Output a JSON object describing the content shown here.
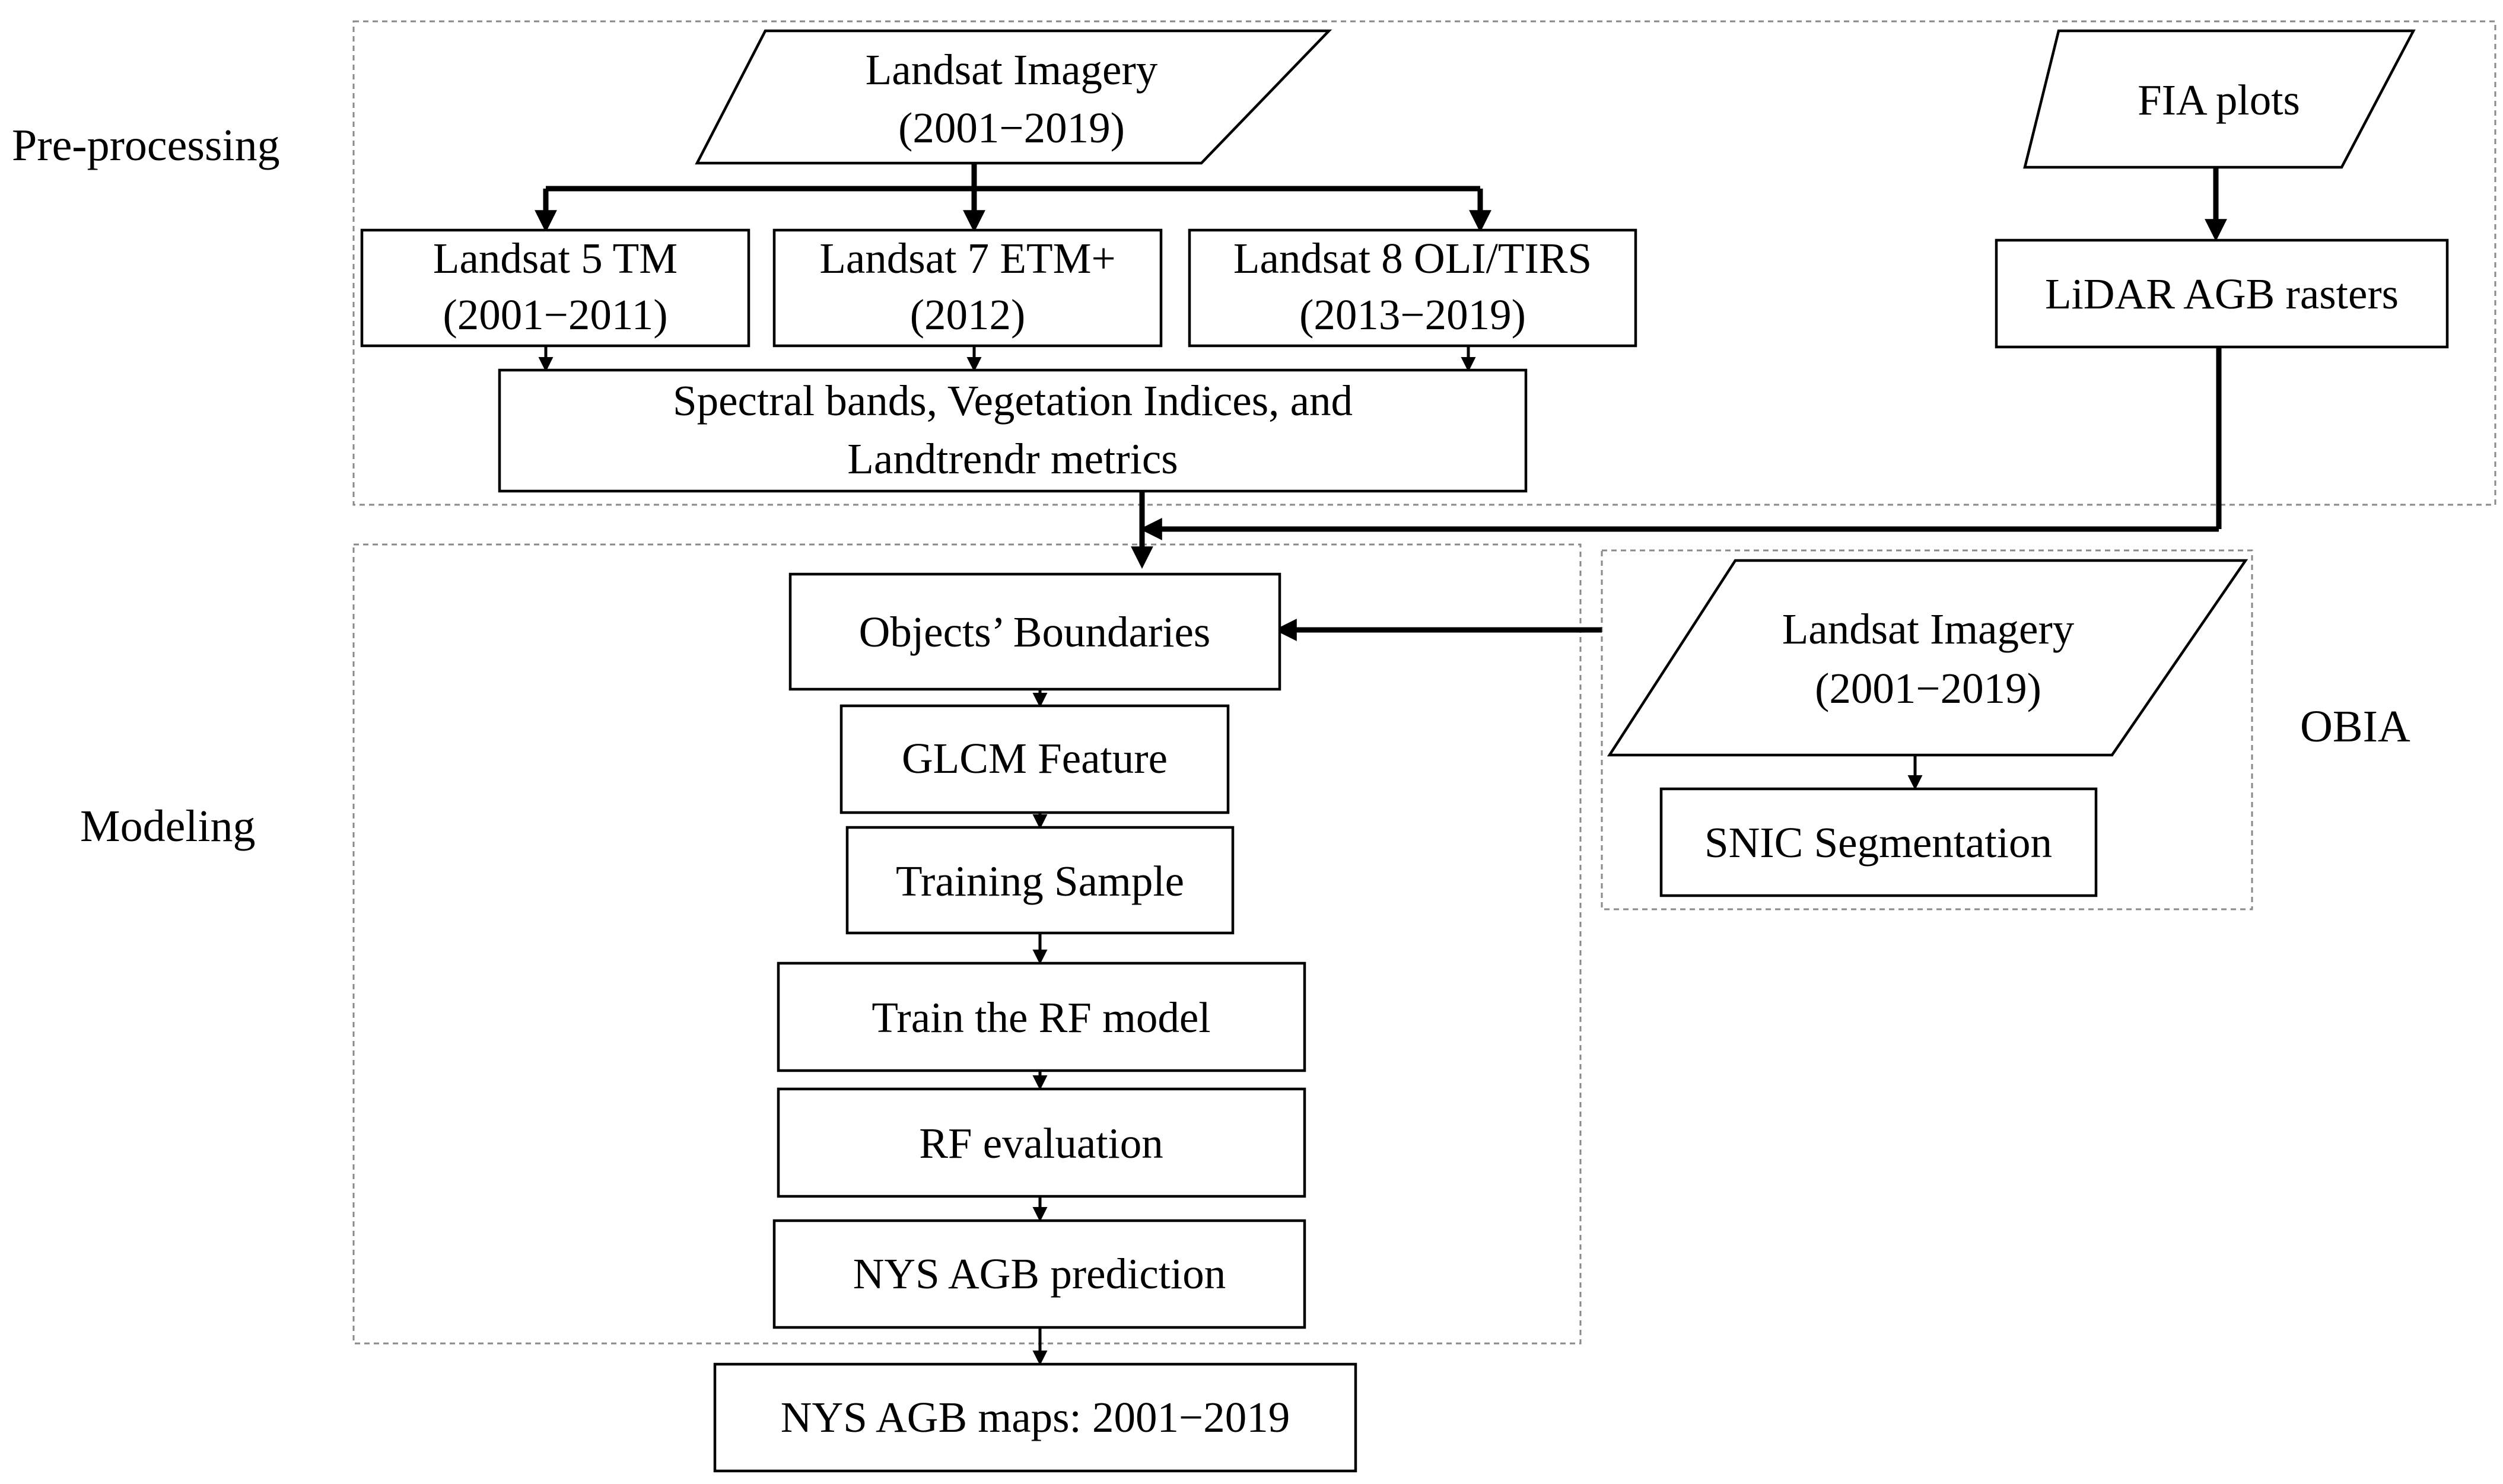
{
  "sections": {
    "preprocessing": "Pre-processing",
    "modeling": "Modeling",
    "obia": "OBIA"
  },
  "nodes": {
    "landsat_imagery_top": [
      "Landsat Imagery",
      "(2001−2019)"
    ],
    "fia_plots": [
      "FIA plots"
    ],
    "landsat5": [
      "Landsat 5 TM",
      "(2001−2011)"
    ],
    "landsat7": [
      "Landsat 7 ETM+",
      "(2012)"
    ],
    "landsat8": [
      "Landsat 8 OLI/TIRS",
      "(2013−2019)"
    ],
    "lidar_agb": [
      "LiDAR AGB rasters"
    ],
    "spectral": [
      "Spectral bands, Vegetation Indices, and",
      "Landtrendr metrics"
    ],
    "objects_boundaries": [
      "Objects’ Boundaries"
    ],
    "landsat_imagery_obia": [
      "Landsat Imagery",
      "(2001−2019)"
    ],
    "glcm": [
      "GLCM Feature"
    ],
    "training_sample": [
      "Training  Sample"
    ],
    "snic": [
      "SNIC Segmentation"
    ],
    "train_rf": [
      "Train the RF model"
    ],
    "rf_eval": [
      "RF evaluation"
    ],
    "nys_prediction": [
      "NYS AGB prediction"
    ],
    "nys_maps": [
      "NYS AGB maps: 2001−2019"
    ]
  }
}
